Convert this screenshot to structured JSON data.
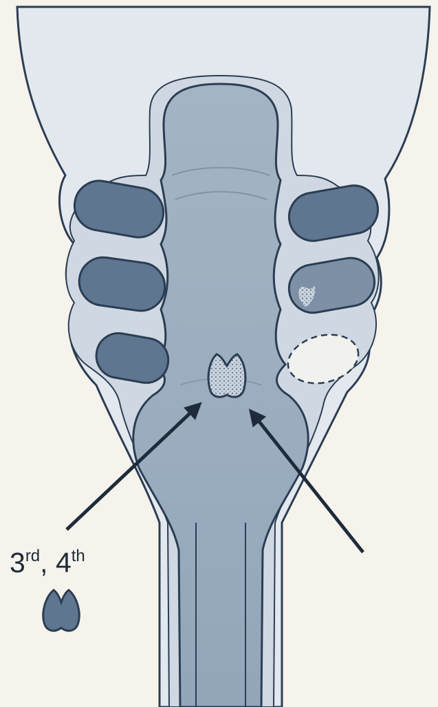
{
  "labels": {
    "pouch_label_prefix": "3",
    "pouch_label_sup1": "rd",
    "pouch_label_middle": ", 4",
    "pouch_label_sup2": "th"
  },
  "colors": {
    "background": "#f6f3ec",
    "outline": "#2b3d52",
    "outer_fill": "#e3e8ee",
    "inner_fill": "#a9b8c7",
    "lumen_fill": "#9aacbf",
    "arch_fill": "#5f7690",
    "arrow": "#1e2b3a"
  },
  "icons": {
    "primordium": "thyroid-gland-icon",
    "legend": "thyroid-gland-icon",
    "absent_arch": "dashed-oval-icon"
  }
}
